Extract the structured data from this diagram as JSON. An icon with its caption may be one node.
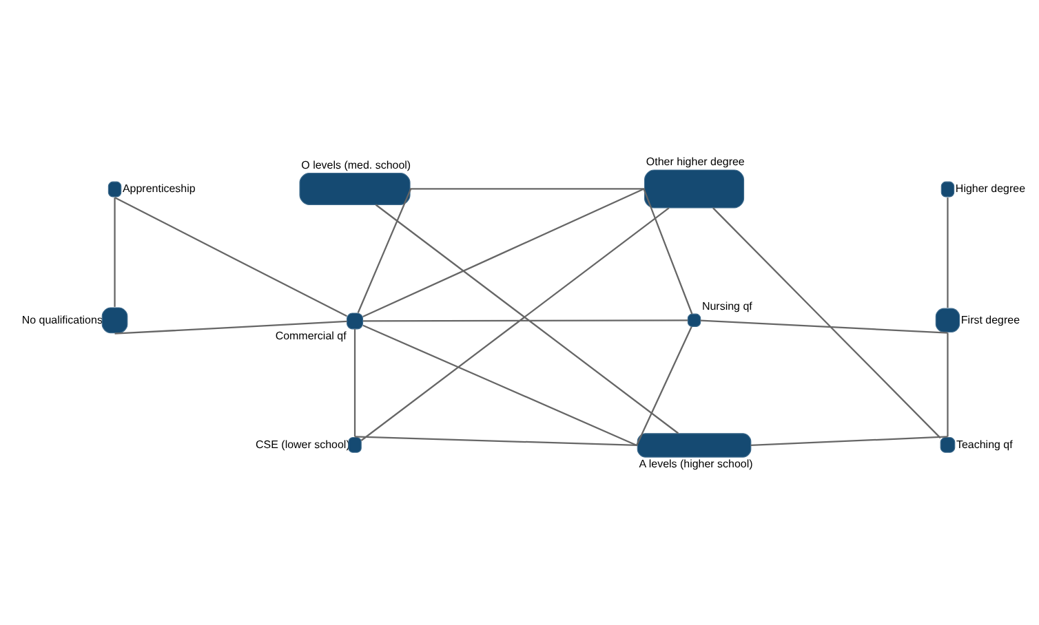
{
  "diagram": {
    "nodes": [
      {
        "text": [
          "Apprenticeship"
        ]
      },
      {
        "text": [
          "O levels (med. school)"
        ]
      },
      {
        "text": [
          "Other higher degree"
        ]
      },
      {
        "text": [
          "Higher degree"
        ]
      },
      {
        "text": [
          "No qualifications"
        ]
      },
      {
        "text": [
          "Commercial qf"
        ]
      },
      {
        "text": [
          "Nursing qf"
        ]
      },
      {
        "text": [
          "First degree"
        ]
      },
      {
        "text": [
          "CSE (lower school)"
        ]
      },
      {
        "text": [
          "A levels (higher school)"
        ]
      },
      {
        "text": [
          "Teaching qf"
        ]
      }
    ],
    "edges": [
      {
        "from": 0,
        "to": 4,
        "arrow": "none"
      },
      {
        "from": 0,
        "to": 5,
        "arrow": "none"
      },
      {
        "from": 1,
        "to": 2,
        "arrow": "none"
      },
      {
        "from": 1,
        "to": 5,
        "arrow": "none"
      },
      {
        "from": 1,
        "to": 9,
        "arrow": "none"
      },
      {
        "from": 2,
        "to": 5,
        "arrow": "none"
      },
      {
        "from": 2,
        "to": 8,
        "arrow": "none"
      },
      {
        "from": 2,
        "to": 6,
        "arrow": "none"
      },
      {
        "from": 2,
        "to": 10,
        "arrow": "none"
      },
      {
        "from": 3,
        "to": 7,
        "arrow": "none"
      },
      {
        "from": 4,
        "to": 5,
        "arrow": "none"
      },
      {
        "from": 5,
        "to": 6,
        "arrow": "none"
      },
      {
        "from": 6,
        "to": 7,
        "arrow": "none"
      },
      {
        "from": 5,
        "to": 8,
        "arrow": "none"
      },
      {
        "from": 5,
        "to": 9,
        "arrow": "none"
      },
      {
        "from": 6,
        "to": 9,
        "arrow": "none"
      },
      {
        "from": 8,
        "to": 9,
        "arrow": "none"
      },
      {
        "from": 9,
        "to": 10,
        "arrow": "none"
      },
      {
        "from": 7,
        "to": 10,
        "arrow": "none"
      }
    ]
  }
}
